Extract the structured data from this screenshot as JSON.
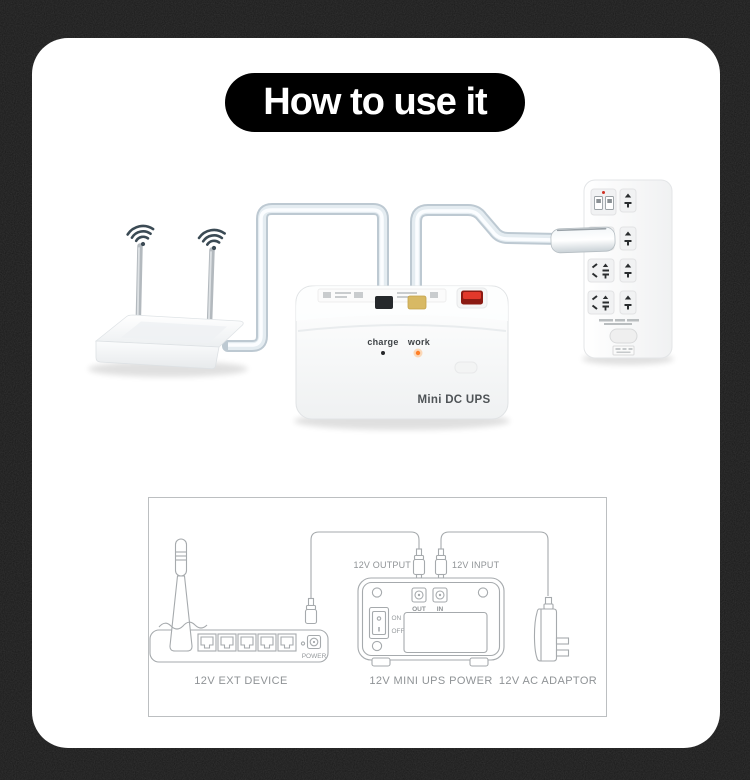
{
  "title": {
    "text": "How to use it"
  },
  "colors": {
    "page_background": "#191919",
    "card_background": "#ffffff",
    "title_pill_background": "#000000",
    "diagram_line": "#a6aaad",
    "diagram_text": "#95999c"
  },
  "scene": {
    "router": {
      "name": "wifi-router",
      "wifi_color": "#3b4a54"
    },
    "ups": {
      "charge_label": "charge",
      "work_label": "work",
      "model_label": "Mini DC UPS",
      "charge_led_color": "#26282a",
      "work_led_color": "#ff7f27",
      "power_switch_color": "#e2382a",
      "output_port_color": "#26292c",
      "input_port_color": "#d8b964"
    },
    "power_strip": {
      "usb_led_color": "#cf3125"
    }
  },
  "diagram": {
    "output_label": "12V OUTPUT",
    "input_label": "12V INPUT",
    "power_port_label": "POWER",
    "switch_on_label": "ON",
    "switch_off_label": "OFF",
    "jack_out_label": "OUT",
    "jack_in_label": "IN",
    "ext_device_caption": "12V EXT DEVICE",
    "ups_caption": "12V MINI UPS POWER",
    "adaptor_caption": "12V AC ADAPTOR"
  }
}
